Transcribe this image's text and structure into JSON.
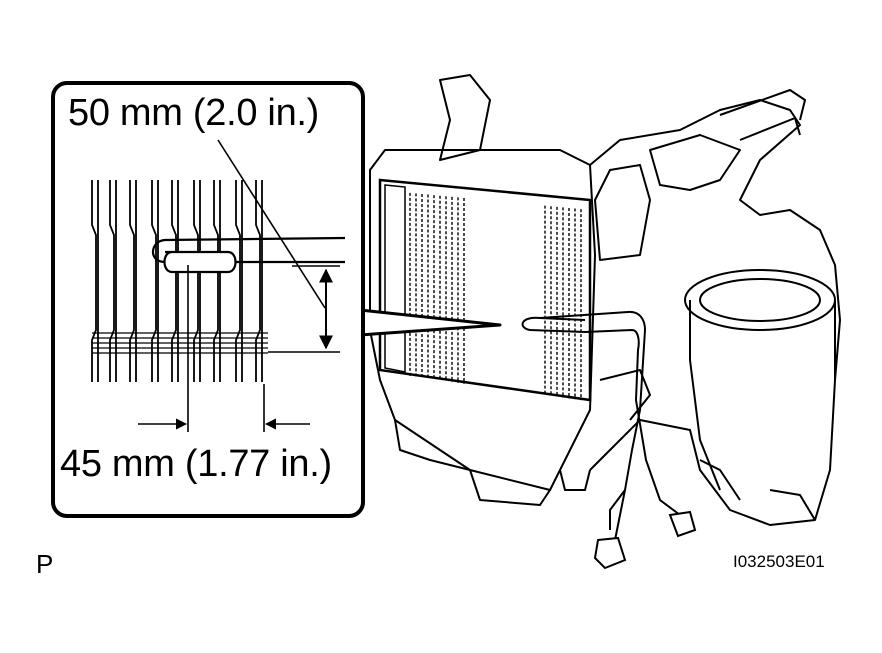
{
  "figure": {
    "dimension_top": "50 mm (2.0 in.)",
    "dimension_bottom": "45 mm (1.77 in.)",
    "view_code": "P",
    "figure_code": "I032503E01"
  }
}
